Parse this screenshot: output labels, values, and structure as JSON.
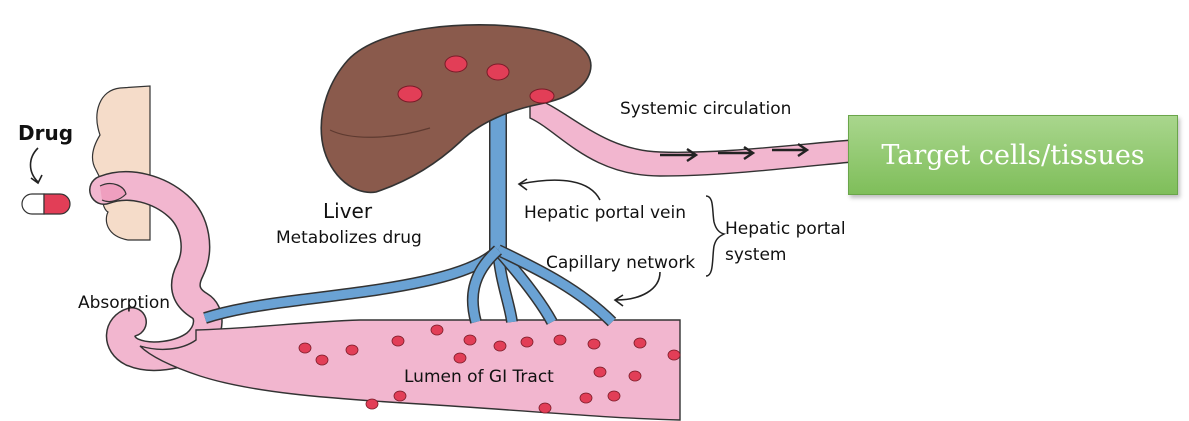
{
  "labels": {
    "drug": "Drug",
    "absorption": "Absorption",
    "liver": "Liver",
    "liver_sub": "Metabolizes drug",
    "hepatic_portal_vein": "Hepatic portal vein",
    "capillary_network": "Capillary network",
    "hepatic_portal_system_line1": "Hepatic portal",
    "hepatic_portal_system_line2": "system",
    "systemic_circulation": "Systemic circulation",
    "lumen": "Lumen of GI Tract",
    "target": "Target cells/tissues"
  },
  "colors": {
    "liver": "#8a5a4c",
    "vessel_pink": "#f2b6cf",
    "vein_blue": "#6aa2d4",
    "spot_red": "#e23e57",
    "face": "#f5dcc9",
    "target_green": "#8cc76a"
  }
}
